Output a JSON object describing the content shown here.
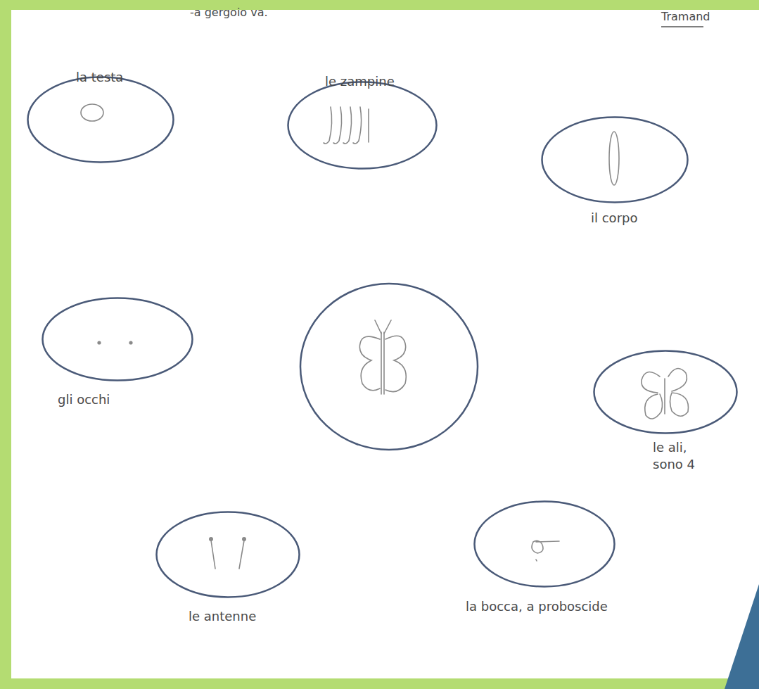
{
  "diagram": {
    "nodes": [
      {
        "text": [
          "la testa"
        ]
      },
      {
        "text": [
          "le zampine"
        ]
      },
      {
        "text": [
          "il corpo"
        ]
      },
      {
        "text": [
          "gli occhi"
        ]
      },
      {
        "text": [
          "le ali, sono 4"
        ]
      },
      {
        "text": [
          "le antenne"
        ]
      },
      {
        "text": [
          "la bocca, a proboscide"
        ]
      }
    ],
    "labels": [
      "-a gergoio va.",
      "Tramand"
    ]
  }
}
